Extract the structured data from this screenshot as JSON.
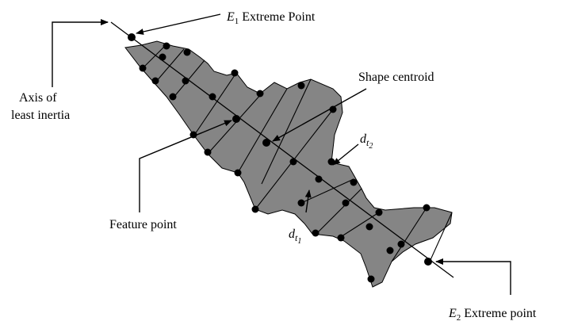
{
  "labels": {
    "e1_prefix": "E",
    "e1_sub": "1",
    "e1_text": " Extreme Point",
    "e2_prefix": "E",
    "e2_sub": "2",
    "e2_text": " Extreme point",
    "axis_line1": "Axis of",
    "axis_line2": "least inertia",
    "centroid": "Shape centroid",
    "feature": "Feature point",
    "dt2_d": "d",
    "dt2_t": "t",
    "dt2_sub": "2",
    "dt1_d": "d",
    "dt1_t": "t",
    "dt1_sub": "1"
  },
  "colors": {
    "shape_fill": "#858585",
    "stroke": "#000000",
    "background": "#ffffff"
  }
}
